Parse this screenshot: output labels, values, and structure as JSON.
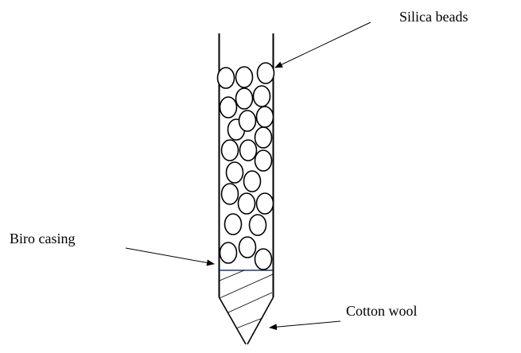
{
  "labels": {
    "silica_beads": "Silica beads",
    "biro_casing": "Biro casing",
    "cotton_wool": "Cotton wool"
  },
  "colors": {
    "line": "#000000",
    "divider": "#1f3a6e"
  }
}
